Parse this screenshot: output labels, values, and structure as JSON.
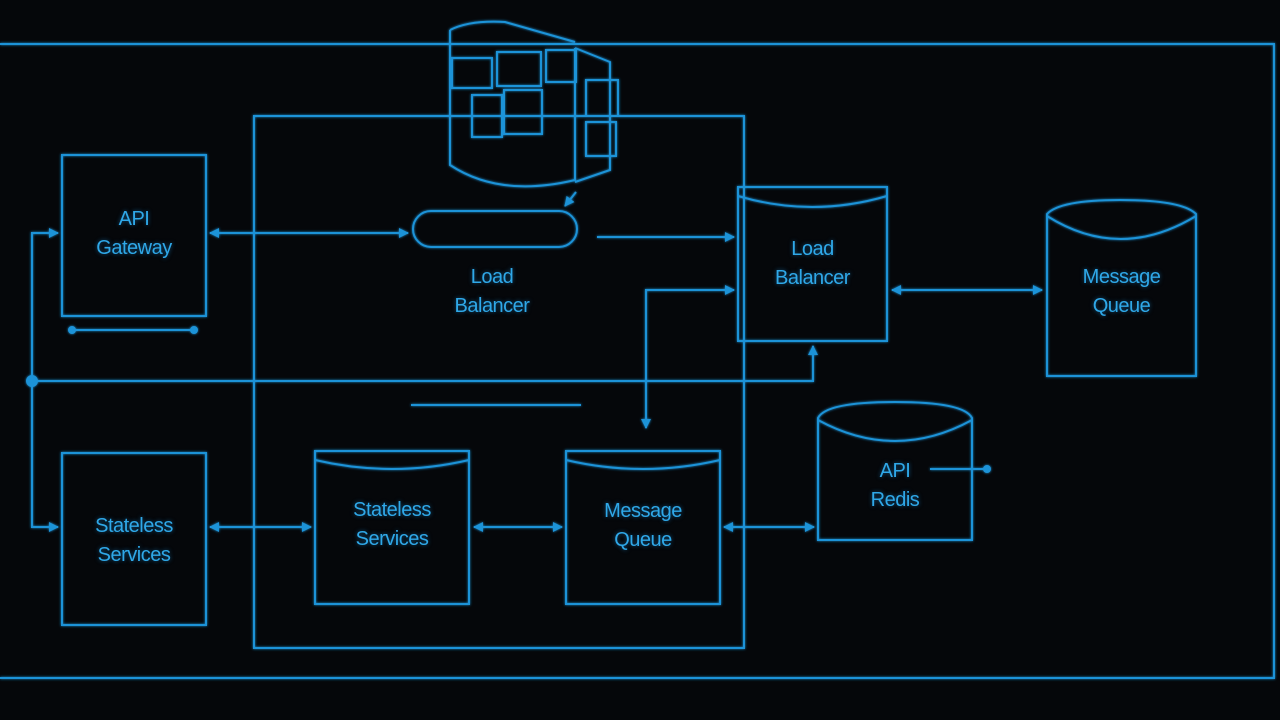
{
  "colors": {
    "background": "#05070a",
    "stroke": "#1f93d8",
    "text": "#2fa8e8"
  },
  "nodes": {
    "api_gateway": {
      "line1": "API",
      "line2": "Gateway",
      "icon": "box"
    },
    "center_load_balancer": {
      "line1": "Load",
      "line2": "Balancer",
      "icon": "pill-shape"
    },
    "right_load_balancer": {
      "line1": "Load",
      "line2": "Balancer",
      "icon": "cylinder-box"
    },
    "right_message_queue": {
      "line1": "Message",
      "line2": "Queue",
      "icon": "cylinder-box"
    },
    "stateless_service_left": {
      "line1": "Stateless",
      "line2": "Services",
      "icon": "box"
    },
    "stateless_service_center": {
      "line1": "Stateless",
      "line2": "Services",
      "icon": "cylinder-box"
    },
    "center_message_queue": {
      "line1": "Message",
      "line2": "Queue",
      "icon": "cylinder-box"
    },
    "api_redis": {
      "line1": "API",
      "line2": "Redis",
      "icon": "cylinder-box"
    },
    "database_cluster": {
      "icon": "database-cubes-icon"
    }
  }
}
